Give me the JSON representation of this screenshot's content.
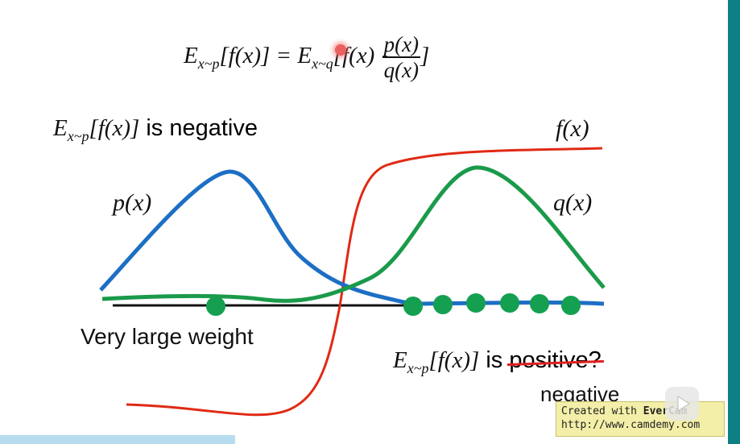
{
  "formula": {
    "lhs": "E",
    "lhs_sub": "x~p",
    "lhs_body": "[f(x)] =",
    "rhs": "E",
    "rhs_sub": "x~q",
    "rhs_body": "[f(x)",
    "frac_num": "p(x)",
    "frac_den": "q(x)",
    "close": "]"
  },
  "label_negative": {
    "math_e": "E",
    "math_sub": "x~p",
    "math_body": "[f(x)]",
    "text": " is negative"
  },
  "curve_labels": {
    "fx": "f(x)",
    "px": "p(x)",
    "qx": "q(x)"
  },
  "annotation_weight": "Very large weight",
  "label_positive": {
    "math_e": "E",
    "math_sub": "x~p",
    "math_body": "[f(x)]",
    "text": " is ",
    "struck": "positive?",
    "correction": "negative"
  },
  "watermark": {
    "line1_prefix": "Created with ",
    "line1_bold": "EverCam",
    "line2": "http://www.camdemy.com"
  },
  "colors": {
    "p_curve": "#1c6fc4",
    "q_curve": "#1a9a4a",
    "f_curve": "#e02a14",
    "axis": "#111111",
    "sample_dots": "#14a050"
  },
  "icons": [
    "play-icon"
  ]
}
